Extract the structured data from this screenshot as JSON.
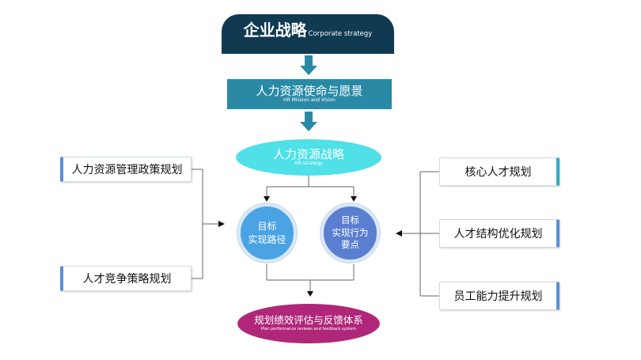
{
  "corporate": {
    "cn": "企业战略",
    "en": "Corporate strategy"
  },
  "mission": {
    "cn": "人力资源使命与愿景",
    "en": "HR Mission and Vision"
  },
  "hr_strategy": {
    "cn": "人力资源战略",
    "en": "HR strategy"
  },
  "circle1": {
    "line1": "目标",
    "line2": "实现路径"
  },
  "circle2": {
    "line1": "目标",
    "line2": "实现行为",
    "line3": "要点"
  },
  "bottom": {
    "cn": "规划绩效评估与反馈体系",
    "en": "Plan performance reviews and feedback system"
  },
  "left_boxes": [
    "人力资源管理政策规划",
    "人才竞争策略规划"
  ],
  "right_boxes": [
    "核心人才规划",
    "人才结构优化规划",
    "员工能力提升规划"
  ],
  "colors": {
    "corporate": "#0f3a52",
    "mission": "#2a8aa6",
    "hr_strategy": "#4fe0e8",
    "circle1": "#4aa3e3",
    "circle2": "#5a7fd0",
    "bottom": "#b0277a",
    "arrow": "#2a8aa6"
  }
}
